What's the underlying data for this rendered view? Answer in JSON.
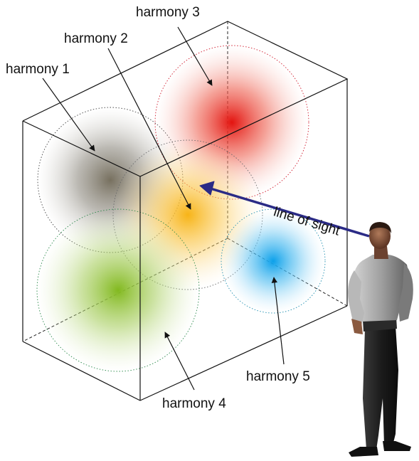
{
  "harmonies": [
    {
      "id": 1,
      "label": "harmony 1",
      "color": "#8e8a80"
    },
    {
      "id": 2,
      "label": "harmony 2",
      "color": "#f7b417"
    },
    {
      "id": 3,
      "label": "harmony 3",
      "color": "#e6281c"
    },
    {
      "id": 4,
      "label": "harmony 4",
      "color": "#8bbe2c"
    },
    {
      "id": 5,
      "label": "harmony 5",
      "color": "#16a8eb"
    }
  ],
  "line_of_sight": {
    "label": "line of sight",
    "color": "#2b2b86"
  }
}
